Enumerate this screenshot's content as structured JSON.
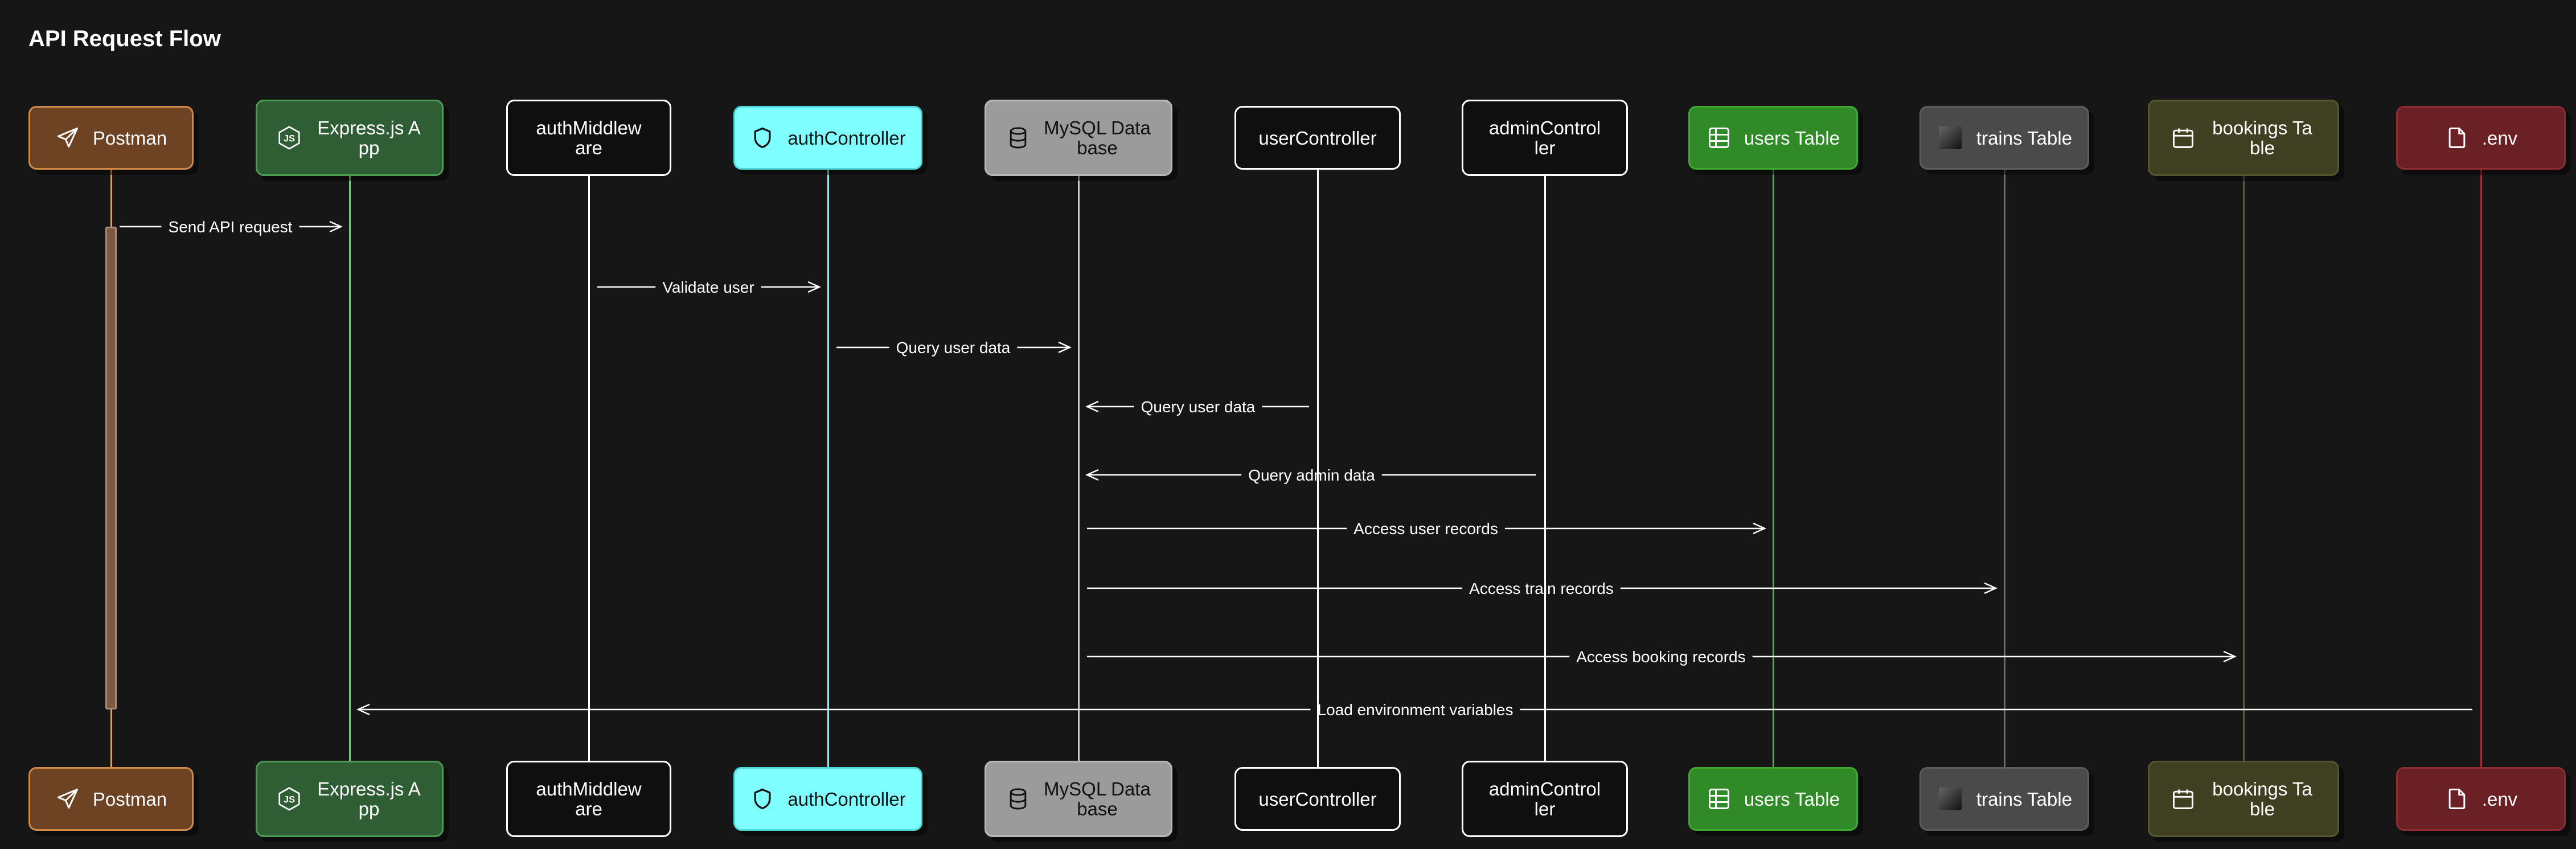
{
  "title": "API Request Flow",
  "colors": {
    "background": "#161616",
    "line": "#ffffff"
  },
  "participants": [
    {
      "id": "postman",
      "label": "Postman",
      "icon": "send-icon",
      "fill": "#6e4324",
      "stroke": "#d08a4a",
      "text": "#ffffff",
      "line": "#d9a066"
    },
    {
      "id": "express",
      "label": "Express.js App",
      "icon": "nodejs-icon",
      "fill": "#2f5e35",
      "stroke": "#4e9a57",
      "text": "#ffffff",
      "line": "#6fcf7d"
    },
    {
      "id": "authMiddleware",
      "label": "authMiddleware",
      "icon": "",
      "fill": "#0f0f0f",
      "stroke": "#ffffff",
      "text": "#ffffff",
      "line": "#ffffff"
    },
    {
      "id": "authController",
      "label": "authController",
      "icon": "shield-icon",
      "fill": "#7fffff",
      "stroke": "#4fd8d8",
      "text": "#111111",
      "line": "#7ef5f5"
    },
    {
      "id": "mysql",
      "label": "MySQL Database",
      "icon": "database-icon",
      "fill": "#9b9b9b",
      "stroke": "#b8b8b8",
      "text": "#111111",
      "line": "#cccccc"
    },
    {
      "id": "userController",
      "label": "userController",
      "icon": "",
      "fill": "#0f0f0f",
      "stroke": "#ffffff",
      "text": "#ffffff",
      "line": "#ffffff"
    },
    {
      "id": "adminController",
      "label": "adminController",
      "icon": "",
      "fill": "#0f0f0f",
      "stroke": "#ffffff",
      "text": "#ffffff",
      "line": "#ffffff"
    },
    {
      "id": "usersTable",
      "label": "users Table",
      "icon": "table-icon",
      "fill": "#2f8a27",
      "stroke": "#3fa833",
      "text": "#ffffff",
      "line": "#4caf50"
    },
    {
      "id": "trainsTable",
      "label": "trains Table",
      "icon": "square-icon",
      "fill": "#4a4a4a",
      "stroke": "#5d5d5d",
      "text": "#ffffff",
      "line": "#707070"
    },
    {
      "id": "bookingsTable",
      "label": "bookings Table",
      "icon": "calendar-icon",
      "fill": "#3f3f22",
      "stroke": "#56562f",
      "text": "#ffffff",
      "line": "#5e5e34"
    },
    {
      "id": "env",
      "label": ".env",
      "icon": "file-icon",
      "fill": "#6a2024",
      "stroke": "#8a2c31",
      "text": "#ffffff",
      "line": "#a23038"
    }
  ],
  "messages": [
    {
      "from": "postman",
      "to": "express",
      "label": "Send API request"
    },
    {
      "from": "authMiddleware",
      "to": "authController",
      "label": "Validate user"
    },
    {
      "from": "authController",
      "to": "mysql",
      "label": "Query user data"
    },
    {
      "from": "userController",
      "to": "mysql",
      "label": "Query user data"
    },
    {
      "from": "adminController",
      "to": "mysql",
      "label": "Query admin data"
    },
    {
      "from": "mysql",
      "to": "usersTable",
      "label": "Access user records"
    },
    {
      "from": "mysql",
      "to": "trainsTable",
      "label": "Access train records"
    },
    {
      "from": "mysql",
      "to": "bookingsTable",
      "label": "Access booking records"
    },
    {
      "from": "env",
      "to": "express",
      "label": "Load environment variables"
    }
  ]
}
